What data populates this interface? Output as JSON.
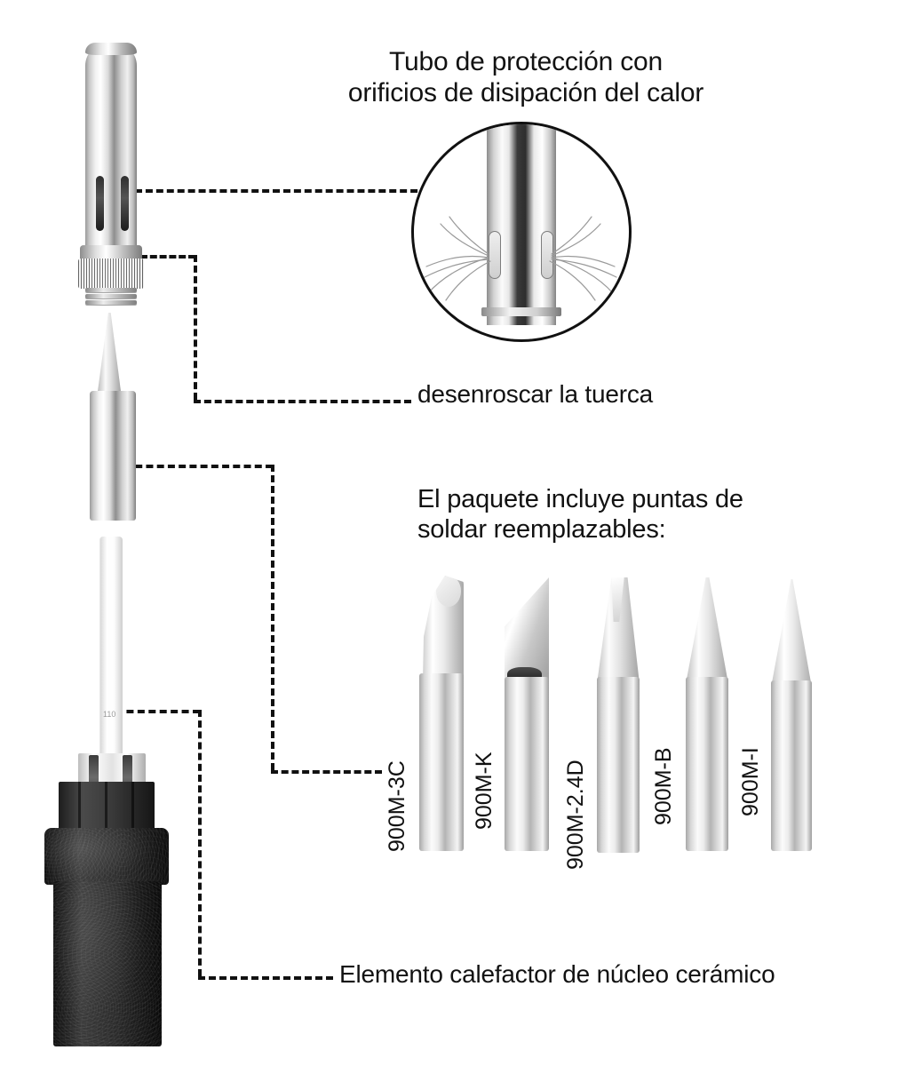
{
  "page": {
    "title_callout": "Tubo de protección con\norificios de disipación del calor",
    "nut_callout": "desenroscar la tuerca",
    "tips_heading": "El paquete incluye puntas de\nsoldar reemplazables:",
    "heater_callout": "Elemento calefactor de núcleo cerámico",
    "background_color": "#ffffff",
    "line_color": "#111111",
    "text_color": "#121212"
  },
  "magnifier": {
    "name": "detalle-orificios-de-ventilacion",
    "shows": "tubo-con-ranuras-de-ventilacion-y-flujo-de-aire"
  },
  "product_parts": [
    {
      "name": "tubo-de-proteccion",
      "callout": "Tubo de protección con orificios de disipación del calor"
    },
    {
      "name": "tuerca-roscada",
      "callout": "desenroscar la tuerca"
    },
    {
      "name": "punta-de-soldar-conica",
      "callout": "El paquete incluye puntas de soldar reemplazables:"
    },
    {
      "name": "elemento-calefactor-ceramico",
      "callout": "Elemento calefactor de núcleo cerámico"
    },
    {
      "name": "mango-de-goma",
      "callout": ""
    }
  ],
  "ceramic_rod": {
    "marking": "110"
  },
  "tips": [
    {
      "code": "900M-3C",
      "shape": "bisel-curvo"
    },
    {
      "code": "900M-K",
      "shape": "cuchillo"
    },
    {
      "code": "900M-2.4D",
      "shape": "destornillador-plano"
    },
    {
      "code": "900M-B",
      "shape": "conica"
    },
    {
      "code": "900M-I",
      "shape": "aguja-fina"
    }
  ]
}
